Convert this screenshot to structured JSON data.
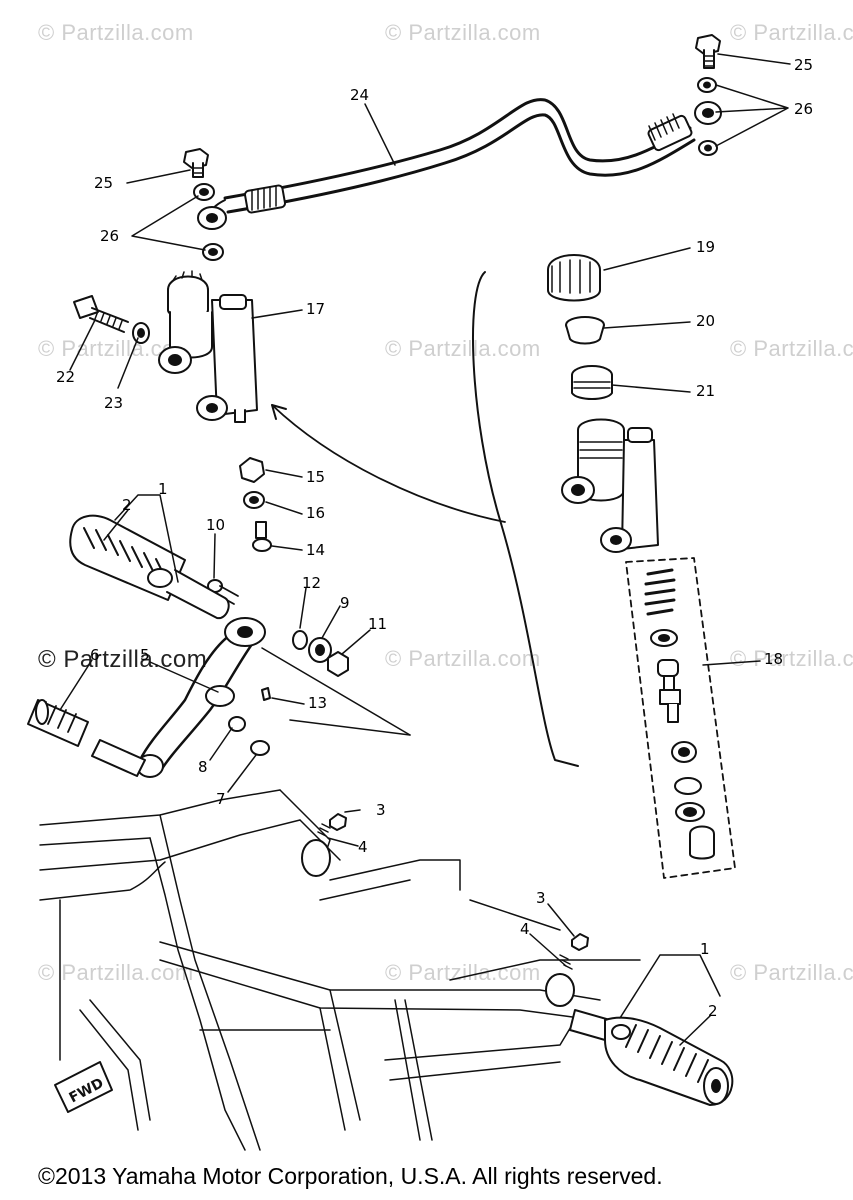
{
  "watermark": {
    "text": "© Partzilla.com"
  },
  "callouts": [
    "1",
    "2",
    "3",
    "4",
    "5",
    "6",
    "7",
    "8",
    "9",
    "10",
    "11",
    "12",
    "13",
    "14",
    "15",
    "16",
    "17",
    "18",
    "19",
    "20",
    "21",
    "22",
    "23",
    "24",
    "25",
    "26"
  ],
  "frame_marker": "FWD",
  "footer": {
    "copyright": "©2013 Yamaha Motor Corporation, U.S.A. All rights reserved."
  }
}
